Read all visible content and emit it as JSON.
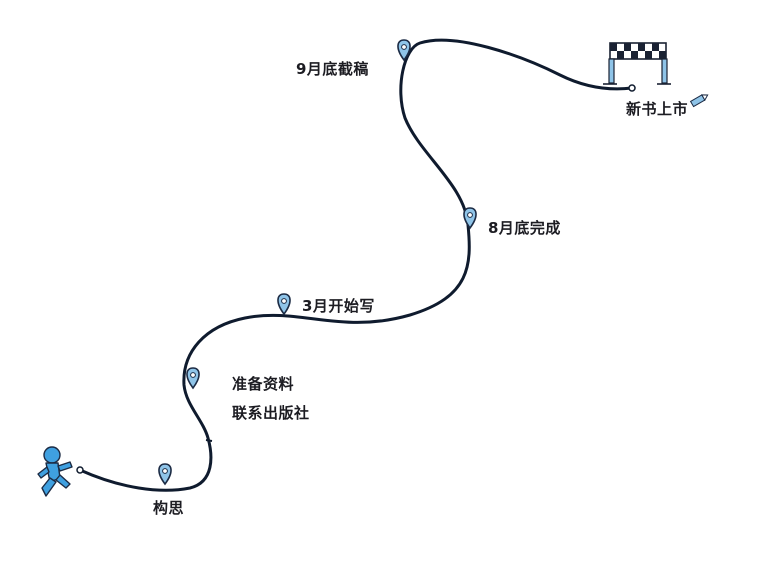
{
  "milestones": [
    {
      "label": "构思"
    },
    {
      "label": "准备资料"
    },
    {
      "label": "联系出版社"
    },
    {
      "label": "3月开始写"
    },
    {
      "label": "8月底完成"
    },
    {
      "label": "9月底截稿"
    },
    {
      "label": "新书上市"
    }
  ],
  "colors": {
    "path": "#0f1b2e",
    "marker": "#8fc4e8",
    "marker_stroke": "#1c2b44",
    "runner": "#3fa0e0",
    "flag_dark": "#1a2233"
  },
  "icons": [
    "runner-icon",
    "location-pin-icon",
    "finish-line-icon",
    "pencil-icon"
  ]
}
